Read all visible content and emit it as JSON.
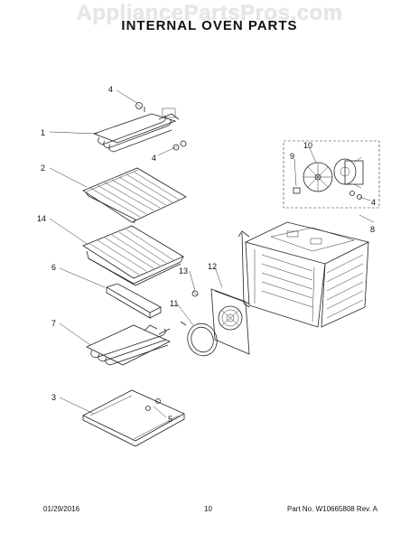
{
  "header": {
    "watermark": "AppliancePartsPros.com",
    "title": "INTERNAL OVEN PARTS"
  },
  "callouts": [
    "4",
    "1",
    "4",
    "2",
    "14",
    "6",
    "7",
    "3",
    "5",
    "13",
    "12",
    "11",
    "10",
    "9",
    "4",
    "8"
  ],
  "footer": {
    "date": "01/29/2016",
    "page": "10",
    "part_no": "Part No. W10665808 Rev. A"
  }
}
